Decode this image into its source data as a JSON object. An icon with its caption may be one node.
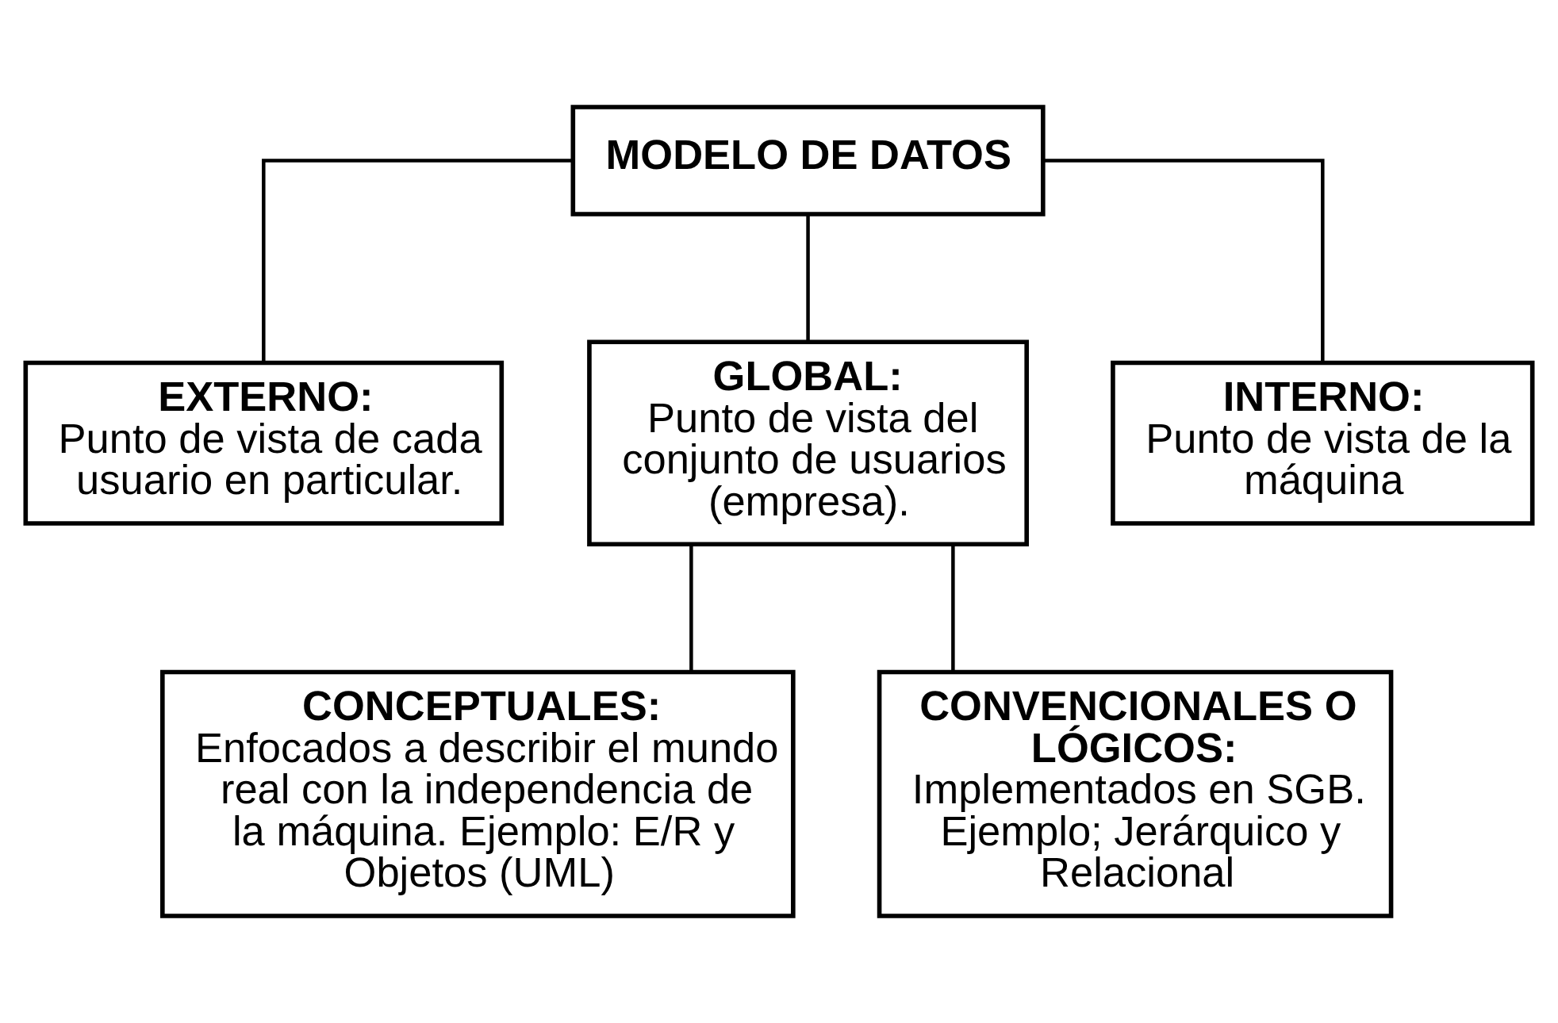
{
  "diagram": {
    "nodes": [
      {
        "text": [
          "MODELO DE DATOS"
        ]
      },
      {
        "text": [
          "EXTERNO:",
          "Punto de vista de cada usuario en particular."
        ]
      },
      {
        "text": [
          "GLOBAL:",
          "Punto de vista del conjunto de usuarios (empresa)."
        ]
      },
      {
        "text": [
          "INTERNO:",
          "Punto de vista de la máquina"
        ]
      },
      {
        "text": [
          "CONCEPTUALES:",
          "Enfocados a describir el mundo real con la independencia de la máquina. Ejemplo: E/R y Objetos (UML)"
        ]
      },
      {
        "text": [
          "CONVENCIONALES O LÓGICOS:",
          "Implementados en SGB. Ejemplo; Jerárquico y Relacional"
        ]
      }
    ],
    "edges": [
      {
        "from": 0,
        "to": 1,
        "arrow": "none"
      },
      {
        "from": 0,
        "to": 2,
        "arrow": "none"
      },
      {
        "from": 0,
        "to": 3,
        "arrow": "none"
      },
      {
        "from": 2,
        "to": 4,
        "arrow": "none"
      },
      {
        "from": 2,
        "to": 5,
        "arrow": "none"
      }
    ]
  }
}
